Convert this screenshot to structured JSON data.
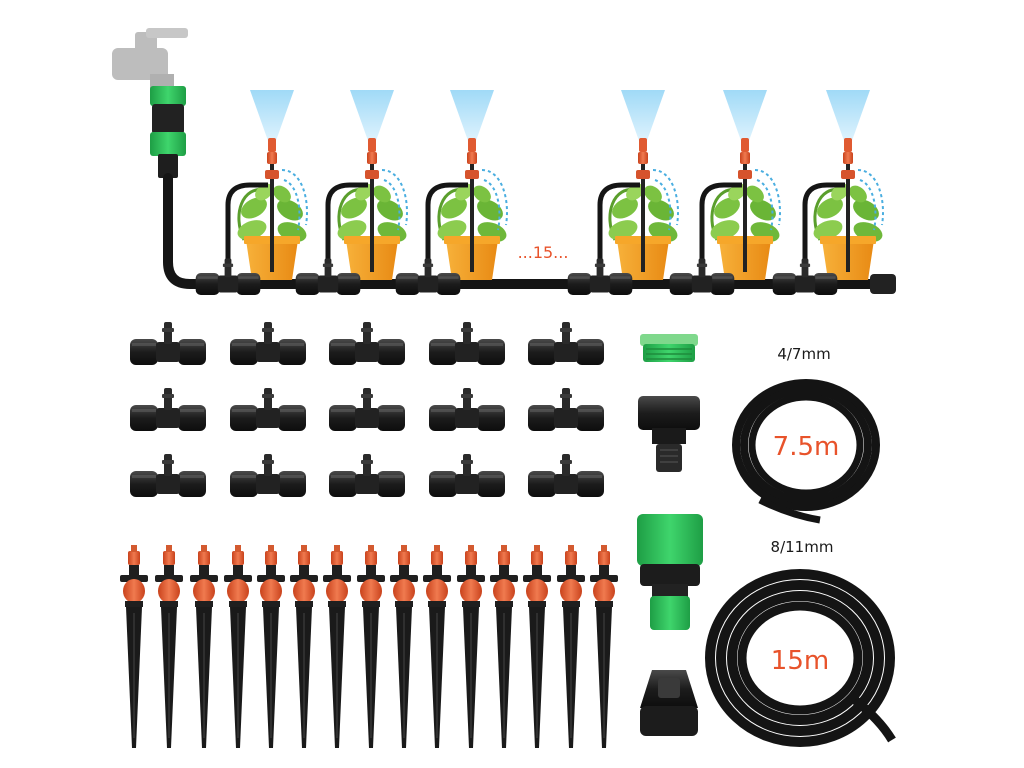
{
  "labels": {
    "ellipsis_count": "...15...",
    "small_hose_size": "4/7mm",
    "small_hose_length": "7.5m",
    "large_hose_size": "8/11mm",
    "large_hose_length": "15m"
  },
  "counts": {
    "tee_connectors": 15,
    "drip_stakes": 15
  },
  "colors": {
    "accent_orange": "#e8532b",
    "connector_green": "#2fbf5a",
    "hose_black": "#1a1a1a",
    "pot_orange": "#f39a1d",
    "spray_blue": "#9fd8f4",
    "faucet_grey": "#bdbdbd"
  }
}
